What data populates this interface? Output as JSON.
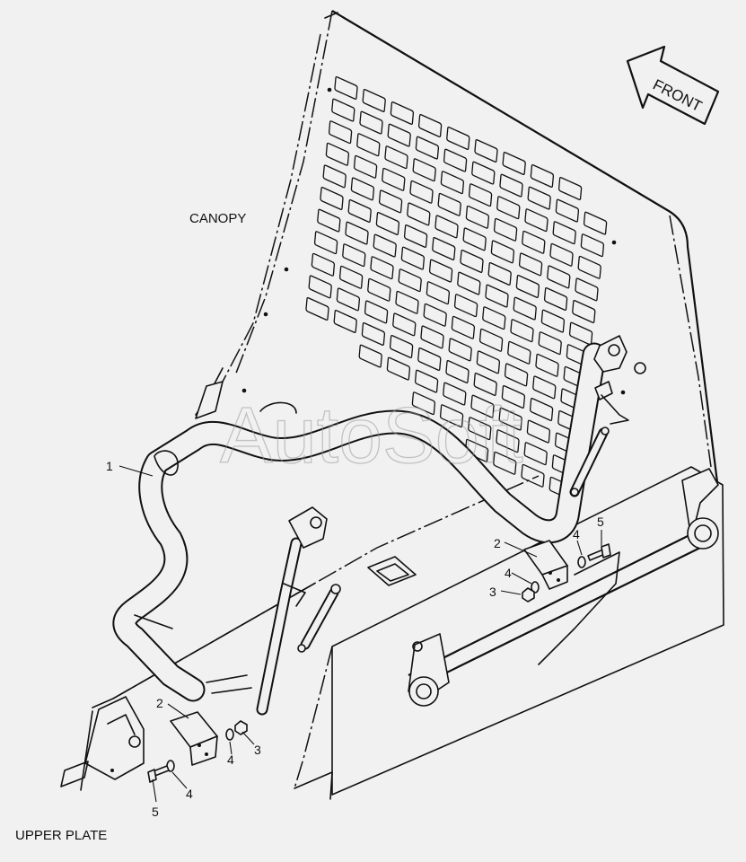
{
  "labels": {
    "canopy": "CANOPY",
    "upper_plate": "UPPER PLATE",
    "front": "FRONT",
    "watermark": "AutoSoft"
  },
  "callouts": {
    "c1": "1",
    "c2a": "2",
    "c2b": "2",
    "c3a": "3",
    "c3b": "3",
    "c4a": "4",
    "c4b": "4",
    "c4c": "4",
    "c4d": "4",
    "c5a": "5",
    "c5b": "5"
  }
}
